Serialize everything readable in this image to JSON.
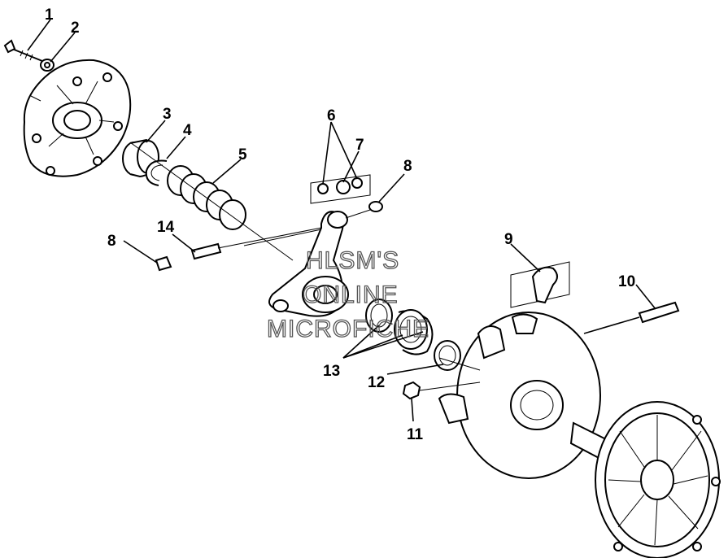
{
  "callouts": {
    "c1": "1",
    "c2": "2",
    "c3": "3",
    "c4": "4",
    "c5": "5",
    "c6": "6",
    "c7": "7",
    "c8a": "8",
    "c8b": "8",
    "c9": "9",
    "c10": "10",
    "c11": "11",
    "c12": "12",
    "c13": "13",
    "c14": "14"
  },
  "watermark": {
    "line1": "HLSM'S",
    "line2": "ONLINE",
    "line3": "MICROFICHE"
  }
}
